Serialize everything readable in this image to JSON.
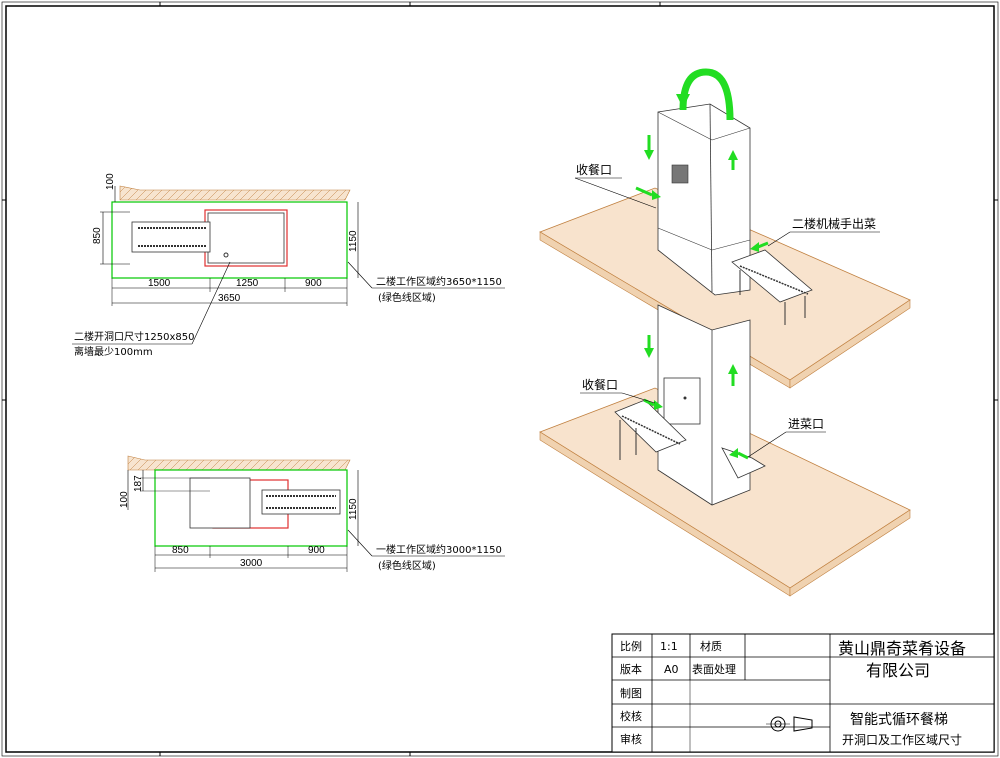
{
  "plan_top": {
    "dims": {
      "d100": "100",
      "d850": "850",
      "d1150": "1150",
      "d1500": "1500",
      "d1250": "1250",
      "d900": "900",
      "d3650": "3650"
    },
    "work_area_line1": "二楼工作区域约3650*1150",
    "work_area_line2": "(绿色线区域)",
    "opening_line1": "二楼开洞口尺寸1250x850",
    "opening_line2": "离墙最少100mm"
  },
  "plan_bottom": {
    "dims": {
      "d100": "100",
      "d187": "187",
      "d1150": "1150",
      "d850": "850",
      "d900": "900",
      "d3000": "3000"
    },
    "work_area_line1": "一楼工作区域约3000*1150",
    "work_area_line2": "(绿色线区域)"
  },
  "iso": {
    "collect_upper": "收餐口",
    "second_floor_out": "二楼机械手出菜",
    "collect_lower": "收餐口",
    "feed_in": "进菜口"
  },
  "title_block": {
    "scale_label": "比例",
    "scale_value": "1:1",
    "material_label": "材质",
    "version_label": "版本",
    "version_value": "A0",
    "surface_label": "表面处理",
    "drawn_label": "制图",
    "check_label": "校核",
    "approve_label": "审核",
    "company_line1": "黄山鼎奇菜肴设备",
    "company_line2": "有限公司",
    "product_name": "智能式循环餐梯",
    "drawing_title": "开洞口及工作区域尺寸"
  },
  "colors": {
    "work_area": "#00c800",
    "opening": "#e03030",
    "floor_fill": "#f5dcc0",
    "floor_edge": "#c08040",
    "arrow": "#22dd22",
    "frame": "#000000"
  }
}
